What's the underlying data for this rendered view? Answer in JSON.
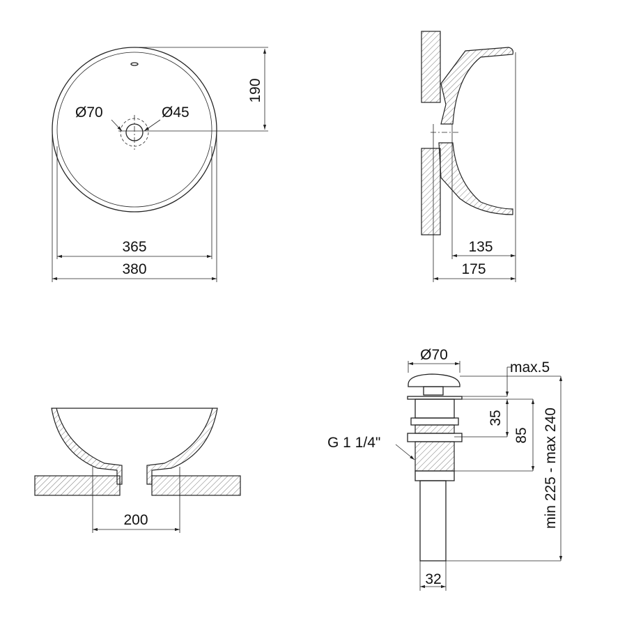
{
  "top_view": {
    "dia_70": "Ø70",
    "dia_45": "Ø45",
    "dim_190": "190",
    "dim_365": "365",
    "dim_380": "380"
  },
  "side_view": {
    "dim_135": "135",
    "dim_175": "175"
  },
  "front_view": {
    "dim_200": "200"
  },
  "drain": {
    "dia_70": "Ø70",
    "max_5": "max.5",
    "dim_35": "35",
    "dim_85": "85",
    "height_range": "min 225 - max 240",
    "thread": "G 1 1/4\"",
    "dim_32": "32"
  },
  "colors": {
    "line": "#222222",
    "background": "#ffffff"
  }
}
